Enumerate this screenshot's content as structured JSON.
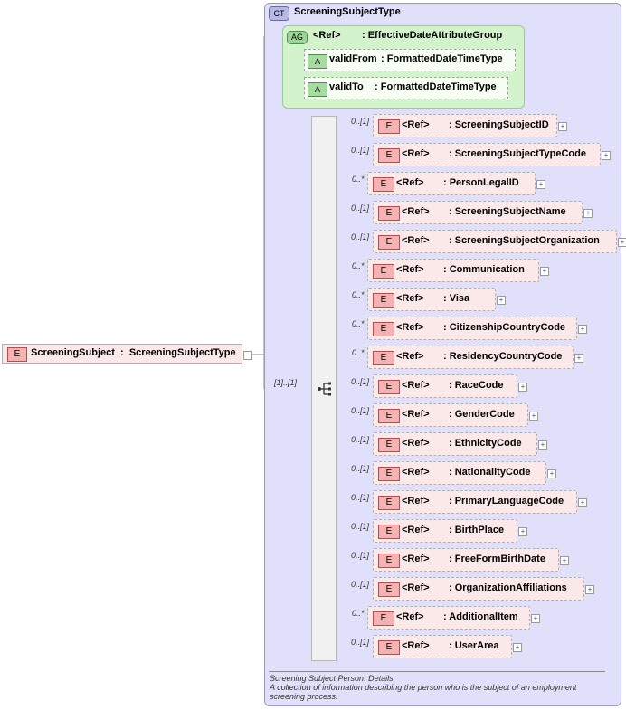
{
  "root": {
    "tag": "E",
    "name": "ScreeningSubject",
    "type": "ScreeningSubjectType",
    "collapse_symbol": "−"
  },
  "complex_type": {
    "tag": "CT",
    "name": "ScreeningSubjectType"
  },
  "attribute_group": {
    "tag": "AG",
    "ref": "<Ref>",
    "name": ": EffectiveDateAttributeGroup",
    "attributes": [
      {
        "tag": "A",
        "name": "validFrom",
        "type": ": FormattedDateTimeType"
      },
      {
        "tag": "A",
        "name": "validTo",
        "type": ": FormattedDateTimeType"
      }
    ]
  },
  "sequence": {
    "cardinality": "[1]..[1]"
  },
  "elements": [
    {
      "card": "0..[1]",
      "ref": "<Ref>",
      "name": ": ScreeningSubjectID",
      "expand": "+"
    },
    {
      "card": "0..[1]",
      "ref": "<Ref>",
      "name": ": ScreeningSubjectTypeCode",
      "expand": "+"
    },
    {
      "card": "0..*",
      "ref": "<Ref>",
      "name": ": PersonLegalID",
      "expand": "+"
    },
    {
      "card": "0..[1]",
      "ref": "<Ref>",
      "name": ": ScreeningSubjectName",
      "expand": "+"
    },
    {
      "card": "0..[1]",
      "ref": "<Ref>",
      "name": ": ScreeningSubjectOrganization",
      "expand": "+"
    },
    {
      "card": "0..*",
      "ref": "<Ref>",
      "name": ": Communication",
      "expand": "+"
    },
    {
      "card": "0..*",
      "ref": "<Ref>",
      "name": ": Visa",
      "expand": "+"
    },
    {
      "card": "0..*",
      "ref": "<Ref>",
      "name": ": CitizenshipCountryCode",
      "expand": "+"
    },
    {
      "card": "0..*",
      "ref": "<Ref>",
      "name": ": ResidencyCountryCode",
      "expand": "+"
    },
    {
      "card": "0..[1]",
      "ref": "<Ref>",
      "name": ": RaceCode",
      "expand": "+"
    },
    {
      "card": "0..[1]",
      "ref": "<Ref>",
      "name": ": GenderCode",
      "expand": "+"
    },
    {
      "card": "0..[1]",
      "ref": "<Ref>",
      "name": ": EthnicityCode",
      "expand": "+"
    },
    {
      "card": "0..[1]",
      "ref": "<Ref>",
      "name": ": NationalityCode",
      "expand": "+"
    },
    {
      "card": "0..[1]",
      "ref": "<Ref>",
      "name": ": PrimaryLanguageCode",
      "expand": "+"
    },
    {
      "card": "0..[1]",
      "ref": "<Ref>",
      "name": ": BirthPlace",
      "expand": "+"
    },
    {
      "card": "0..[1]",
      "ref": "<Ref>",
      "name": ": FreeFormBirthDate",
      "expand": "+"
    },
    {
      "card": "0..[1]",
      "ref": "<Ref>",
      "name": ": OrganizationAffiliations",
      "expand": "+"
    },
    {
      "card": "0..*",
      "ref": "<Ref>",
      "name": ": AdditionalItem",
      "expand": "+"
    },
    {
      "card": "0..[1]",
      "ref": "<Ref>",
      "name": ": UserArea",
      "expand": "+"
    }
  ],
  "element_tag": "E",
  "description": {
    "title": "Screening Subject Person. Details",
    "line1": "A collection of information describing the person who is the subject of an employment",
    "line2": "screening process."
  }
}
